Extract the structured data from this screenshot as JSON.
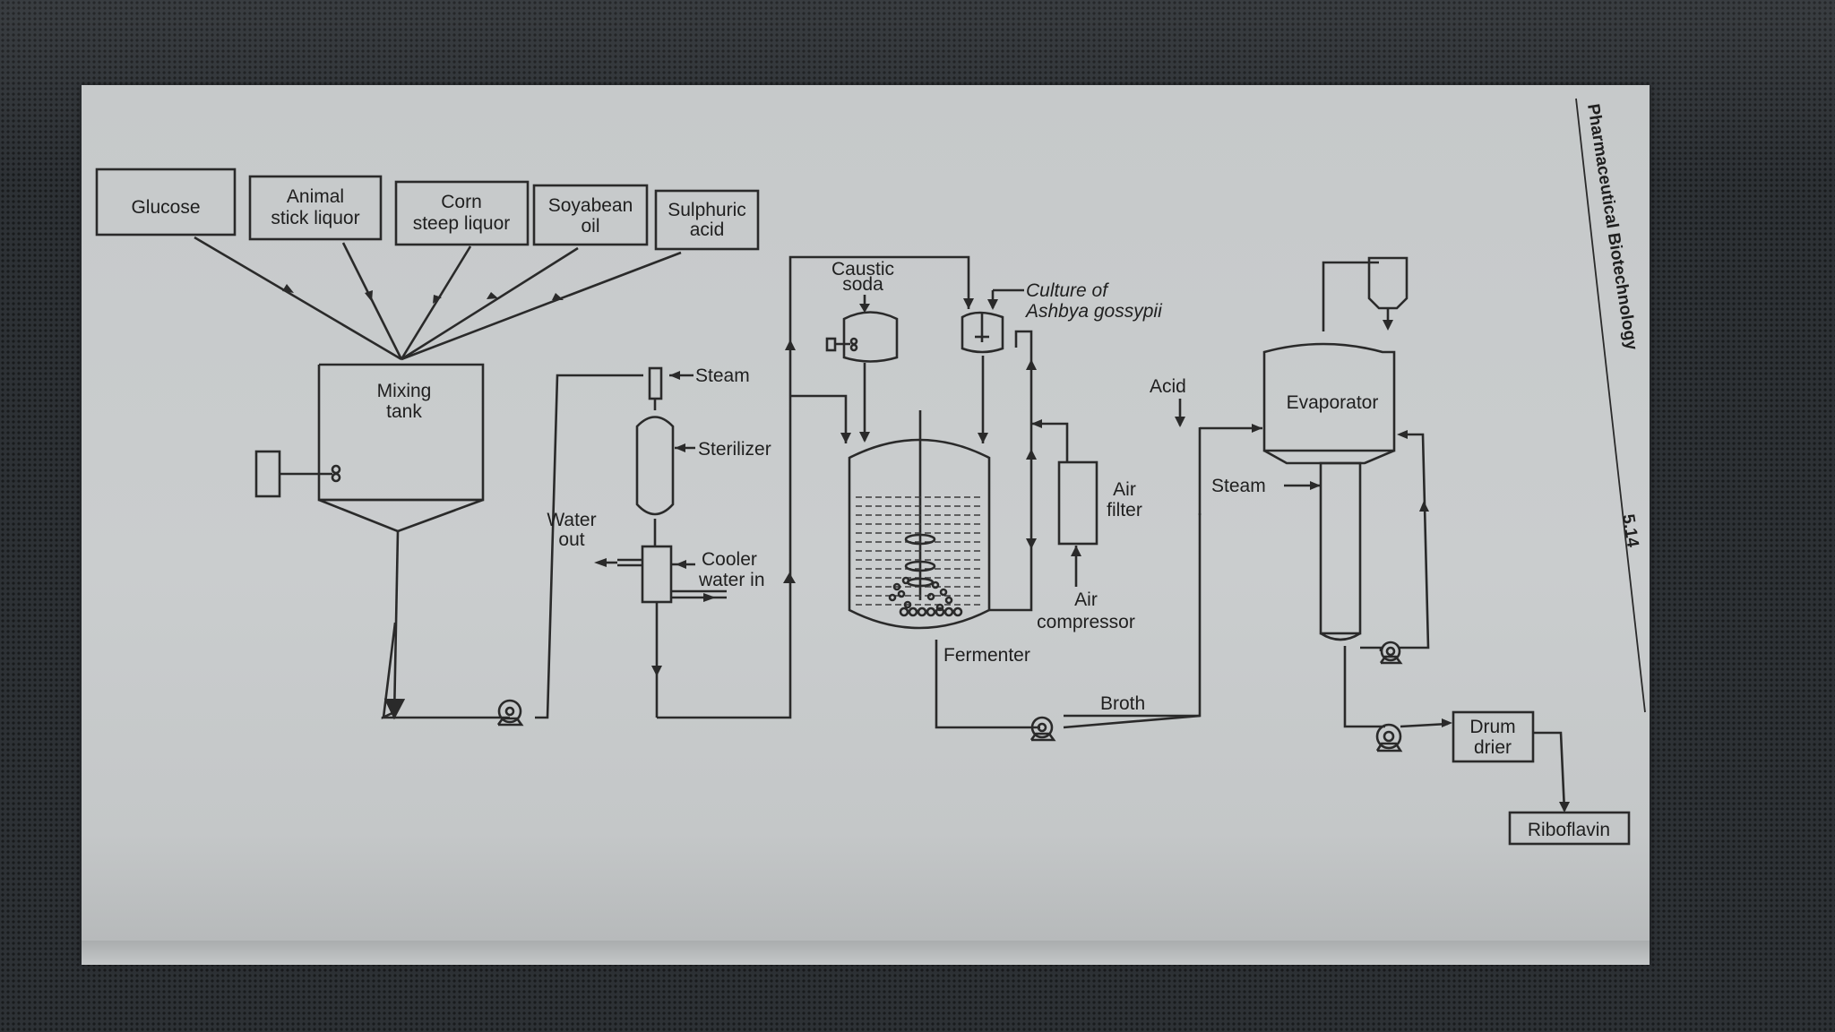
{
  "inputs": {
    "glucose": "Glucose",
    "animal_stick_liquor": [
      "Animal",
      "stick liquor"
    ],
    "corn_steep_liquor": [
      "Corn",
      "steep liquor"
    ],
    "soyabean_oil": [
      "Soyabean",
      "oil"
    ],
    "sulphuric_acid": [
      "Sulphuric",
      "acid"
    ]
  },
  "equipment": {
    "mixing_tank": [
      "Mixing",
      "tank"
    ],
    "sterilizer": "Sterilizer",
    "fermenter": "Fermenter",
    "evaporator": "Evaporator",
    "air_filter": [
      "Air",
      "filter"
    ],
    "air_compressor": [
      "Air",
      "compressor"
    ],
    "drum_drier": [
      "Drum",
      "drier"
    ]
  },
  "streams": {
    "steam_sterilizer": "Steam",
    "water_out": [
      "Water",
      "out"
    ],
    "cooler": "Cooler",
    "water_in": "water in",
    "caustic_soda": [
      "Caustic",
      "soda"
    ],
    "culture": [
      "Culture of",
      "Ashbya gossypii"
    ],
    "acid": "Acid",
    "steam_evaporator": "Steam",
    "broth": "Broth"
  },
  "product": "Riboflavin",
  "page_header": {
    "book_title": "Pharmaceutical Biotechnology",
    "page_number": "5.14"
  }
}
